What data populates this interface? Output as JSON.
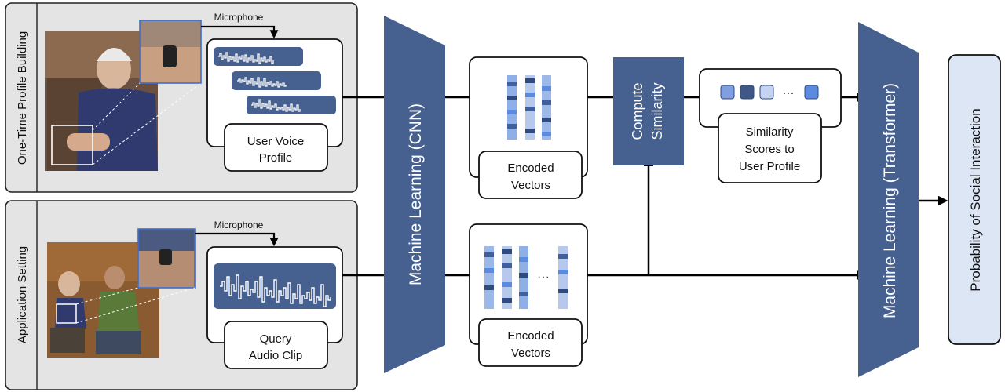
{
  "sections": {
    "profile_building": "One-Time Profile Building",
    "application": "Application Setting"
  },
  "mic_top": "Microphone",
  "mic_bottom": "Microphone",
  "voice_profile": {
    "line1": "User Voice",
    "line2": "Profile"
  },
  "query_clip": {
    "line1": "Query",
    "line2": "Audio Clip"
  },
  "cnn": "Machine Learning (CNN)",
  "encoded_top": {
    "line1": "Encoded",
    "line2": "Vectors"
  },
  "encoded_bottom": {
    "line1": "Encoded",
    "line2": "Vectors"
  },
  "compute": {
    "line1": "Compute",
    "line2": "Similarity"
  },
  "scores": {
    "line1": "Similarity",
    "line2": "Scores to",
    "line3": "User Profile"
  },
  "transformer": "Machine Learning (Transformer)",
  "output": "Probability of Social Interaction",
  "ellipsis": "···",
  "colors": {
    "navy": "#46608f",
    "panel": "#e4e4e4",
    "output_fill": "#dde6f5",
    "light_blue": "#9bb8e8",
    "bright_blue": "#5a8be0"
  }
}
